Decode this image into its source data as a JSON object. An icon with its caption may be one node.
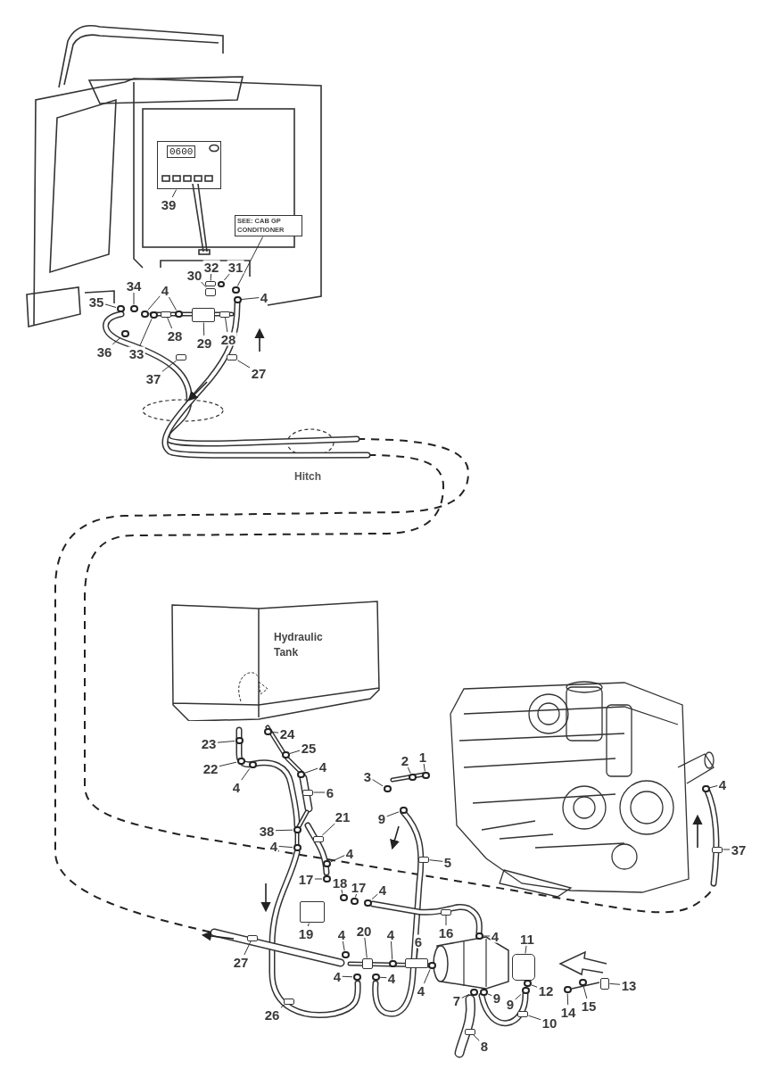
{
  "diagram": {
    "nodes": [
      {
        "text": [
          "39"
        ]
      },
      {
        "text": [
          "SEE: CAB GP CONDITIONER"
        ]
      },
      {
        "text": [
          "30"
        ]
      },
      {
        "text": [
          "32"
        ]
      },
      {
        "text": [
          "31"
        ]
      },
      {
        "text": [
          "34"
        ]
      },
      {
        "text": [
          "4"
        ]
      },
      {
        "text": [
          "35"
        ]
      },
      {
        "text": [
          "36"
        ]
      },
      {
        "text": [
          "33"
        ]
      },
      {
        "text": [
          "28"
        ]
      },
      {
        "text": [
          "29"
        ]
      },
      {
        "text": [
          "28"
        ]
      },
      {
        "text": [
          "4"
        ]
      },
      {
        "text": [
          "37"
        ]
      },
      {
        "text": [
          "27"
        ]
      },
      {
        "text": [
          "Hydraulic Tank"
        ]
      },
      {
        "text": [
          "23"
        ]
      },
      {
        "text": [
          "24"
        ]
      },
      {
        "text": [
          "25"
        ]
      },
      {
        "text": [
          "4"
        ]
      },
      {
        "text": [
          "22"
        ]
      },
      {
        "text": [
          "4"
        ]
      },
      {
        "text": [
          "6"
        ]
      },
      {
        "text": [
          "3"
        ]
      },
      {
        "text": [
          "2"
        ]
      },
      {
        "text": [
          "1"
        ]
      },
      {
        "text": [
          "9"
        ]
      },
      {
        "text": [
          "21"
        ]
      },
      {
        "text": [
          "38"
        ]
      },
      {
        "text": [
          "4"
        ]
      },
      {
        "text": [
          "4"
        ]
      },
      {
        "text": [
          "5"
        ]
      },
      {
        "text": [
          "4"
        ]
      },
      {
        "text": [
          "37"
        ]
      },
      {
        "text": [
          "17"
        ]
      },
      {
        "text": [
          "18"
        ]
      },
      {
        "text": [
          "17"
        ]
      },
      {
        "text": [
          "4"
        ]
      },
      {
        "text": [
          "19"
        ]
      },
      {
        "text": [
          "16"
        ]
      },
      {
        "text": [
          "4"
        ]
      },
      {
        "text": [
          "20"
        ]
      },
      {
        "text": [
          "4"
        ]
      },
      {
        "text": [
          "6"
        ]
      },
      {
        "text": [
          "4"
        ]
      },
      {
        "text": [
          "11"
        ]
      },
      {
        "text": [
          "27"
        ]
      },
      {
        "text": [
          "4"
        ]
      },
      {
        "text": [
          "4"
        ]
      },
      {
        "text": [
          "4"
        ]
      },
      {
        "text": [
          "12"
        ]
      },
      {
        "text": [
          "13"
        ]
      },
      {
        "text": [
          "7"
        ]
      },
      {
        "text": [
          "9"
        ]
      },
      {
        "text": [
          "9"
        ]
      },
      {
        "text": [
          "14"
        ]
      },
      {
        "text": [
          "15"
        ]
      },
      {
        "text": [
          "26"
        ]
      },
      {
        "text": [
          "10"
        ]
      },
      {
        "text": [
          "8"
        ]
      },
      {
        "text": [
          "0600"
        ]
      },
      {
        "text": [],
        "shape": "circle"
      },
      {
        "text": [],
        "shape": "box"
      },
      {
        "text": [],
        "shape": "bar"
      },
      {
        "text": [],
        "shape": "circle"
      },
      {
        "text": [],
        "shape": "circle"
      },
      {
        "text": [],
        "shape": "circle"
      },
      {
        "text": [],
        "shape": "circle"
      },
      {
        "text": [],
        "shape": "circle"
      },
      {
        "text": [],
        "shape": "circle"
      },
      {
        "text": [],
        "shape": "circle"
      },
      {
        "text": [],
        "shape": "bar"
      },
      {
        "text": [],
        "shape": "box"
      },
      {
        "text": [],
        "shape": "bar"
      },
      {
        "text": [],
        "shape": "circle"
      },
      {
        "text": [],
        "shape": "bar"
      },
      {
        "text": [],
        "shape": "bar"
      },
      {
        "text": [],
        "shape": "circle"
      },
      {
        "text": [],
        "shape": "circle"
      },
      {
        "text": [],
        "shape": "circle"
      },
      {
        "text": [],
        "shape": "circle"
      },
      {
        "text": [],
        "shape": "circle"
      },
      {
        "text": [],
        "shape": "circle"
      },
      {
        "text": [],
        "shape": "bar"
      },
      {
        "text": [],
        "shape": "circle"
      },
      {
        "text": [],
        "shape": "circle"
      },
      {
        "text": [],
        "shape": "circle"
      },
      {
        "text": [],
        "shape": "circle"
      },
      {
        "text": [],
        "shape": "bar"
      },
      {
        "text": [],
        "shape": "circle"
      },
      {
        "text": [],
        "shape": "circle"
      },
      {
        "text": [],
        "shape": "circle"
      },
      {
        "text": [],
        "shape": "bar"
      },
      {
        "text": [],
        "shape": "circle"
      },
      {
        "text": [],
        "shape": "bar"
      },
      {
        "text": [],
        "shape": "circle"
      },
      {
        "text": [],
        "shape": "circle"
      },
      {
        "text": [],
        "shape": "circle"
      },
      {
        "text": [],
        "shape": "circle"
      },
      {
        "text": [],
        "shape": "box"
      },
      {
        "text": [],
        "shape": "bar"
      },
      {
        "text": [],
        "shape": "circle"
      },
      {
        "text": [],
        "shape": "box"
      },
      {
        "text": [],
        "shape": "circle"
      },
      {
        "text": [],
        "shape": "bar"
      },
      {
        "text": [],
        "shape": "circle"
      },
      {
        "text": [],
        "shape": "cylinder"
      },
      {
        "text": [],
        "shape": "bar"
      },
      {
        "text": [],
        "shape": "circle"
      },
      {
        "text": [],
        "shape": "circle"
      },
      {
        "text": [],
        "shape": "circle"
      },
      {
        "text": [],
        "shape": "circle"
      },
      {
        "text": [],
        "shape": "box"
      },
      {
        "text": [],
        "shape": "circle"
      },
      {
        "text": [],
        "shape": "circle"
      },
      {
        "text": [],
        "shape": "circle"
      },
      {
        "text": [],
        "shape": "circle"
      },
      {
        "text": [],
        "shape": "circle"
      },
      {
        "text": [],
        "shape": "bar"
      },
      {
        "text": [],
        "shape": "bar"
      },
      {
        "text": [],
        "shape": "bar"
      }
    ],
    "edges": [
      {
        "from": 0,
        "to": 61,
        "arrow": "none"
      },
      {
        "from": 1,
        "to": 62,
        "arrow": "none"
      },
      {
        "from": 2,
        "to": 63,
        "arrow": "none"
      },
      {
        "from": 3,
        "to": 64,
        "arrow": "none"
      },
      {
        "from": 4,
        "to": 65,
        "arrow": "none"
      },
      {
        "from": 5,
        "to": 66,
        "arrow": "none"
      },
      {
        "from": 6,
        "to": 67,
        "arrow": "none"
      },
      {
        "from": 6,
        "to": 68,
        "arrow": "none"
      },
      {
        "from": 7,
        "to": 69,
        "arrow": "none"
      },
      {
        "from": 8,
        "to": 70,
        "arrow": "none"
      },
      {
        "from": 9,
        "to": 71,
        "arrow": "none"
      },
      {
        "from": 10,
        "to": 72,
        "arrow": "none"
      },
      {
        "from": 11,
        "to": 73,
        "arrow": "none"
      },
      {
        "from": 12,
        "to": 74,
        "arrow": "none"
      },
      {
        "from": 13,
        "to": 75,
        "arrow": "none"
      },
      {
        "from": 14,
        "to": 76,
        "arrow": "none"
      },
      {
        "from": 15,
        "to": 77,
        "arrow": "none"
      },
      {
        "from": 17,
        "to": 78,
        "arrow": "none"
      },
      {
        "from": 18,
        "to": 79,
        "arrow": "none"
      },
      {
        "from": 19,
        "to": 80,
        "arrow": "none"
      },
      {
        "from": 20,
        "to": 81,
        "arrow": "none"
      },
      {
        "from": 21,
        "to": 82,
        "arrow": "none"
      },
      {
        "from": 22,
        "to": 83,
        "arrow": "none"
      },
      {
        "from": 23,
        "to": 84,
        "arrow": "none"
      },
      {
        "from": 24,
        "to": 85,
        "arrow": "none"
      },
      {
        "from": 25,
        "to": 86,
        "arrow": "none"
      },
      {
        "from": 26,
        "to": 87,
        "arrow": "none"
      },
      {
        "from": 27,
        "to": 88,
        "arrow": "none"
      },
      {
        "from": 28,
        "to": 89,
        "arrow": "none"
      },
      {
        "from": 29,
        "to": 90,
        "arrow": "none"
      },
      {
        "from": 30,
        "to": 91,
        "arrow": "none"
      },
      {
        "from": 31,
        "to": 92,
        "arrow": "none"
      },
      {
        "from": 32,
        "to": 93,
        "arrow": "none"
      },
      {
        "from": 33,
        "to": 94,
        "arrow": "none"
      },
      {
        "from": 34,
        "to": 95,
        "arrow": "none"
      },
      {
        "from": 35,
        "to": 96,
        "arrow": "none"
      },
      {
        "from": 36,
        "to": 97,
        "arrow": "none"
      },
      {
        "from": 37,
        "to": 98,
        "arrow": "none"
      },
      {
        "from": 38,
        "to": 99,
        "arrow": "none"
      },
      {
        "from": 39,
        "to": 100,
        "arrow": "none"
      },
      {
        "from": 40,
        "to": 101,
        "arrow": "none"
      },
      {
        "from": 41,
        "to": 102,
        "arrow": "none"
      },
      {
        "from": 42,
        "to": 103,
        "arrow": "none"
      },
      {
        "from": 43,
        "to": 104,
        "arrow": "none"
      },
      {
        "from": 44,
        "to": 105,
        "arrow": "none"
      },
      {
        "from": 45,
        "to": 106,
        "arrow": "none"
      },
      {
        "from": 46,
        "to": 107,
        "arrow": "none"
      },
      {
        "from": 47,
        "to": 108,
        "arrow": "none"
      },
      {
        "from": 48,
        "to": 109,
        "arrow": "none"
      },
      {
        "from": 49,
        "to": 110,
        "arrow": "none"
      },
      {
        "from": 50,
        "to": 111,
        "arrow": "none"
      },
      {
        "from": 51,
        "to": 112,
        "arrow": "none"
      },
      {
        "from": 52,
        "to": 113,
        "arrow": "none"
      },
      {
        "from": 53,
        "to": 114,
        "arrow": "none"
      },
      {
        "from": 54,
        "to": 115,
        "arrow": "none"
      },
      {
        "from": 55,
        "to": 116,
        "arrow": "none"
      },
      {
        "from": 56,
        "to": 117,
        "arrow": "none"
      },
      {
        "from": 57,
        "to": 118,
        "arrow": "none"
      },
      {
        "from": 58,
        "to": 119,
        "arrow": "none"
      },
      {
        "from": 59,
        "to": 120,
        "arrow": "none"
      },
      {
        "from": 60,
        "to": 121,
        "arrow": "none"
      }
    ],
    "labels": [
      "Hitch"
    ]
  }
}
